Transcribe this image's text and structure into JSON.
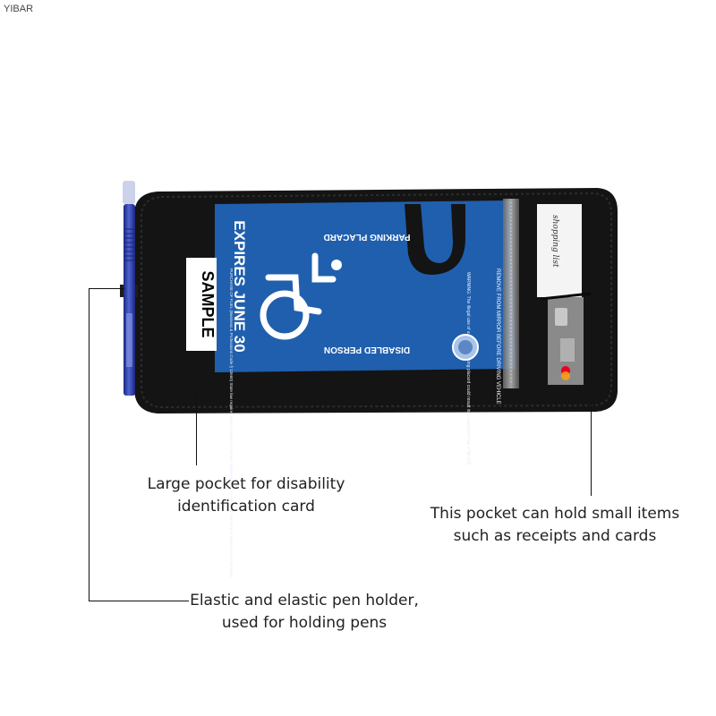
{
  "brand": "YIBAR",
  "placard": {
    "header": "PARKING PLACARD",
    "expires": "EXPIRES JUNE 30",
    "sample": "SAMPLE",
    "footer": "DISABLED PERSON",
    "remove_note": "REMOVE FROM MIRROR BEFORE DRIVING VEHICLE",
    "warning_note": "WARNING: The illegal use of a disabled parking placard could result in a maximum fine of $4,000",
    "fine_print": "PURCHASE OF FUEL (Business & Professions Code § 13660) State law requires service stations to refuel a disabled person's vehicle at self-service rates unless a disabled"
  },
  "note_label": "shopping list",
  "captions": {
    "large_pocket": [
      "Large pocket for disability",
      "identification card"
    ],
    "small_pocket": [
      "This pocket can hold small items",
      "such as receipts and cards"
    ],
    "pen_holder": [
      "Elastic and elastic pen holder,",
      "used for holding pens"
    ]
  },
  "colors": {
    "background": "#ffffff",
    "organizer": "#131313",
    "placard_blue": "#1f5fae",
    "pen_blue": "#2a3aa5",
    "leader_line": "#111111"
  }
}
